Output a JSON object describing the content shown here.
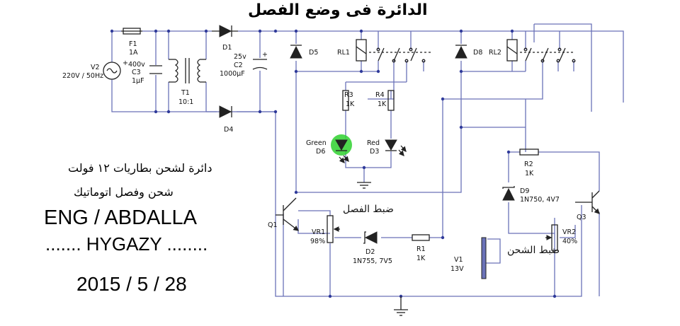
{
  "title": "الدائرة فى وضع الفصل",
  "caption_ar_1": "دائرة لشحن بطاريات ١٢ فولت",
  "caption_ar_2": "شحن وفصل اتوماتيك",
  "author_line_1": "ENG / ABDALLA",
  "author_line_2": "....... HYGAZY ........",
  "date": "2015 / 5 / 28",
  "colors": {
    "wire": "#6a72b8",
    "junction": "#2f3a9a",
    "led_glow": "#2fd12f",
    "text": "#000000"
  },
  "components": {
    "F1": {
      "ref": "F1",
      "value": "1A"
    },
    "V2": {
      "ref": "V2",
      "value": "220V / 50Hz"
    },
    "C3": {
      "ref": "C3",
      "voltage": "400v",
      "value": "1µF"
    },
    "T1": {
      "ref": "T1",
      "ratio": "10:1"
    },
    "D1": {
      "ref": "D1"
    },
    "D4": {
      "ref": "D4"
    },
    "C2": {
      "ref": "C2",
      "voltage": "25v",
      "value": "1000µF"
    },
    "D5": {
      "ref": "D5"
    },
    "RL1": {
      "ref": "RL1"
    },
    "D8": {
      "ref": "D8"
    },
    "RL2": {
      "ref": "RL2"
    },
    "R3": {
      "ref": "R3",
      "value": "1K"
    },
    "R4": {
      "ref": "R4",
      "value": "1K"
    },
    "D6": {
      "ref": "D6",
      "color": "Green"
    },
    "D3": {
      "ref": "D3",
      "color": "Red"
    },
    "R2": {
      "ref": "R2",
      "value": "1K"
    },
    "D9": {
      "ref": "D9",
      "value": "1N750, 4V7"
    },
    "Q1": {
      "ref": "Q1"
    },
    "Q3": {
      "ref": "Q3"
    },
    "VR1": {
      "ref": "VR1",
      "value": "98%"
    },
    "VR2": {
      "ref": "VR2",
      "value": "40%"
    },
    "D2": {
      "ref": "D2",
      "value": "1N755, 7V5"
    },
    "R1": {
      "ref": "R1",
      "value": "1K"
    },
    "V1": {
      "ref": "V1",
      "value": "13V"
    }
  },
  "annotations": {
    "cutoff_adjust": "ضبط الفصل",
    "charge_adjust": "ضبط الشحن"
  }
}
